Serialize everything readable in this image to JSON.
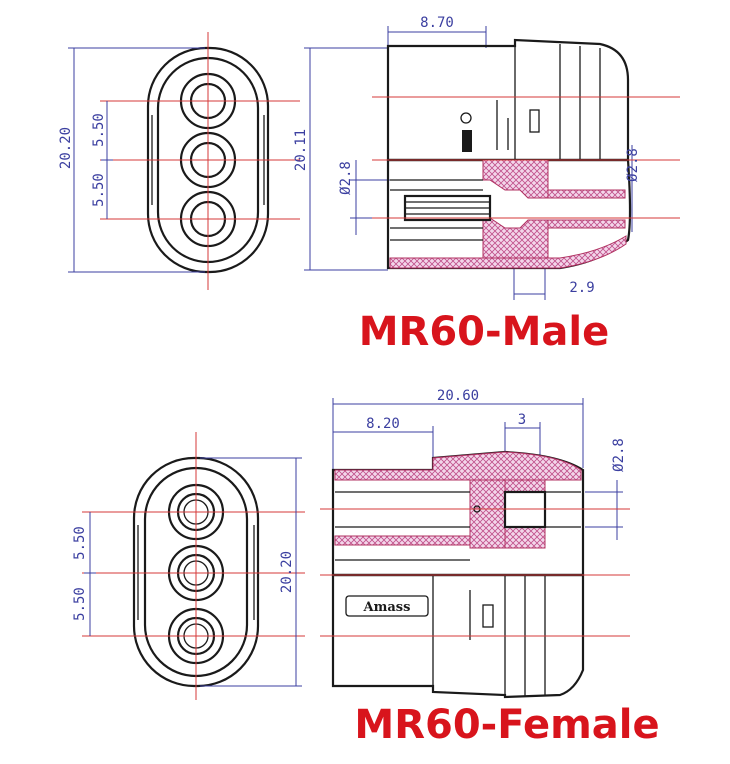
{
  "colors": {
    "title": "#d8141c",
    "dimension": "#3b3fa0",
    "centerline": "#d43a3a",
    "hatch": "#e0a0c8",
    "outline": "#1a1a1a"
  },
  "male": {
    "title": "MR60-Male",
    "dims": {
      "height_front": "20.20",
      "pitch_top": "5.50",
      "pitch_bottom": "5.50",
      "length_top": "8.70",
      "height_side": "20.11",
      "pin_dia_left": "Ø2.8",
      "pin_dia_right": "Ø2.8",
      "tail": "2.9"
    }
  },
  "female": {
    "title": "MR60-Female",
    "brand": "Amass",
    "dims": {
      "overall_length": "20.60",
      "front_length": "8.20",
      "socket": "3",
      "socket_dia": "Ø2.8",
      "pitch_top": "5.50",
      "pitch_bottom": "5.50",
      "height_front": "20.20"
    }
  }
}
